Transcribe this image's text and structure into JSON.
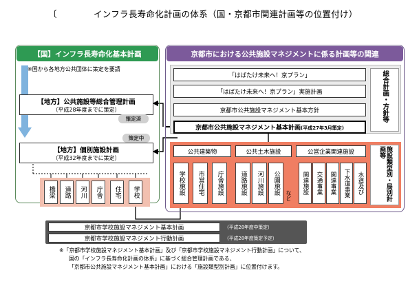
{
  "title": {
    "bracket": "〔",
    "text": "インフラ長寿命化計画の体系（国・京都市関連計画等の位置付け）"
  },
  "left": {
    "header": "【国】インフラ長寿命化基本計画",
    "note": "※国から各地方公共団体に策定を要請",
    "plan1": {
      "main": "【地方】公共施設等総合管理計画",
      "sub": "（平成28年度までに策定）"
    },
    "tag1": "策定済",
    "tag2": "策定中",
    "plan2": {
      "main": "【地方】個別施設計画",
      "sub": "（平成32年度までに策定）"
    },
    "items": [
      "橋梁",
      "道路",
      "河川",
      "庁舎",
      "住宅",
      "学校"
    ]
  },
  "right": {
    "header": "京都市における公共施設マネジメントに係る計画等の関連",
    "plans": [
      "「はばたけ未来へ！京プラン」",
      "「はばたけ未来へ！京プラン」実施計画",
      "京都市公共施設マネジメント基本方針"
    ],
    "main_plan": "京都市公共施設マネジメント基本計画",
    "main_plan_note": "(平成27年3月策定)",
    "side1": "総合計画・方針等",
    "side2": "施設類型別・局別計画等",
    "categories": [
      {
        "label": "公共建築物",
        "items": [
          "学校施設",
          "市営住宅",
          "庁舎施設"
        ]
      },
      {
        "label": "公共土木施設",
        "items": [
          "道路施設",
          "河川施設",
          "公園施設"
        ],
        "extra": "など"
      },
      {
        "label": "公営企業関連施設",
        "items": [
          "関連施設",
          "交通事業",
          "関連事業",
          "下水道事業",
          "水道及び"
        ]
      }
    ]
  },
  "bottom": [
    {
      "label": "京都市学校施設マネジメント基本計画",
      "note": "（平成28年度中策定）"
    },
    {
      "label": "京都市学校施設マネジメント行動計画",
      "note": "（平成28年度策定予定）"
    }
  ],
  "footnote": [
    "※「京都市学校施設マネジメント基本計画」及び「京都市学校施設マネジメント行動計画」について、",
    "国の「インフラ長寿命化計画の体系」に基づく総合管理計画である、",
    "「京都市公共施設マネジメント基本計画」における「施設類型別計画」に位置付けます。"
  ],
  "colors": {
    "green_header": "#2e9a53",
    "purple_header": "#7c5a9b",
    "orange_panel": "#f07e62",
    "orange_light": "#f9c7b7",
    "arrow_blue": "#7fb3de"
  }
}
